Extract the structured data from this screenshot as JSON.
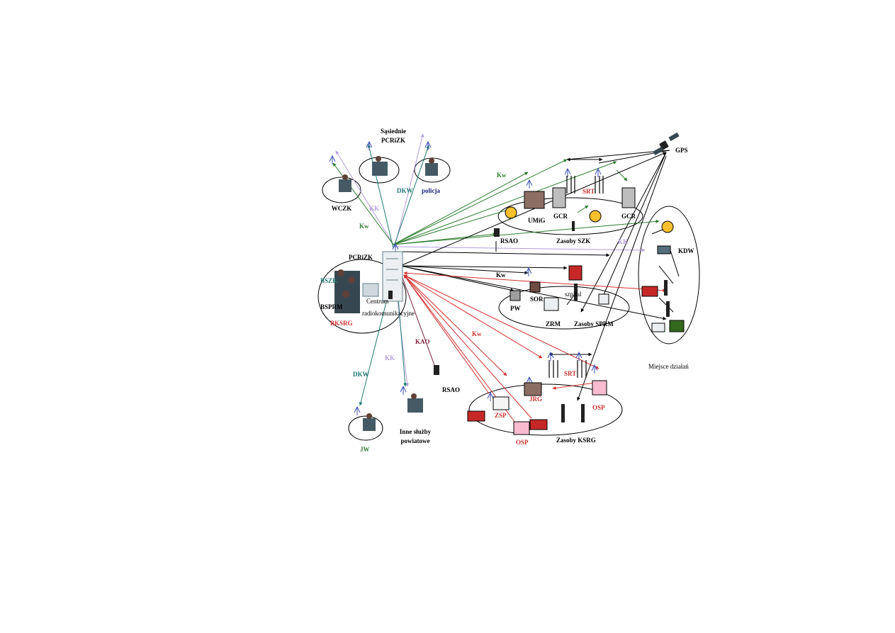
{
  "labels": {
    "sasiednie": [
      "Sąsiednie",
      "PCRiZK"
    ],
    "wczk": "WCZK",
    "policja": "policja",
    "gps": "GPS",
    "umig": "UMiG",
    "gcr1": "GCR",
    "gcr2": "GCR",
    "srt_top": "SRT",
    "zasoby_szk": "Zasoby SZK",
    "rsao_top": "RSAO",
    "kdw": "KDW",
    "pcrizk": "PCRiZK",
    "bszk": "BSZK",
    "bsprm": "BSPRM",
    "bksrg": "BKSRG",
    "centrum": [
      "Centrum",
      "radiokomunikacyjne"
    ],
    "pw": "PW",
    "sor": "SOR",
    "szpital": "szpital",
    "zrm": "ZRM",
    "zasoby_sprm": "Zasoby SPRM",
    "miejsce": "Miejsce działań",
    "kao": "KAO",
    "rsao_bottom": "RSAO",
    "inne": [
      "Inne służby",
      "powiatowe"
    ],
    "jw": "JW",
    "zsp": "ZSP",
    "jrg": "JRG",
    "srt_bottom": "SRT",
    "osp1": "OSP",
    "osp2": "OSP",
    "zasoby_ksrg": "Zasoby KSRG"
  },
  "link_labels": {
    "kw_left": "Kw",
    "kk_top": "KK",
    "dkw_top": "DKW",
    "kw_top": "Kw",
    "kk_right": "KK",
    "kw_mid": "Kw",
    "dkw_bottom": "DKW",
    "kk_bottom": "KK",
    "kw_bottom": "Kw"
  },
  "colors": {
    "black": "#000000",
    "green": "#2e7d32",
    "dkgreen": "#1b5e20",
    "teal": "#1f7a73",
    "lavender": "#b39ddb",
    "red": "#d32f2f",
    "maroon": "#7b1f3a",
    "navy": "#1a237e"
  }
}
